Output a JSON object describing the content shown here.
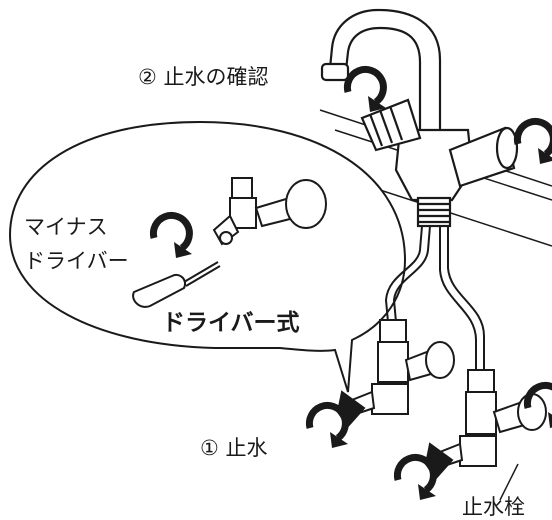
{
  "labels": {
    "step2": "② 止水の確認",
    "step1": "① 止水",
    "screwdriver_line1": "マイナス",
    "screwdriver_line2": "ドライバー",
    "screwdriver_type": "ドライバー式",
    "stop_valve": "止水栓"
  },
  "colors": {
    "line": "#1a1a1a",
    "rotation_arrow": "#1a1a1a",
    "background": "#ffffff"
  },
  "icons": {
    "rotation": "clockwise-rotation-arrow",
    "faucet": "mixing-faucet",
    "valve": "angle-stop-valve",
    "screwdriver": "flathead-screwdriver"
  }
}
